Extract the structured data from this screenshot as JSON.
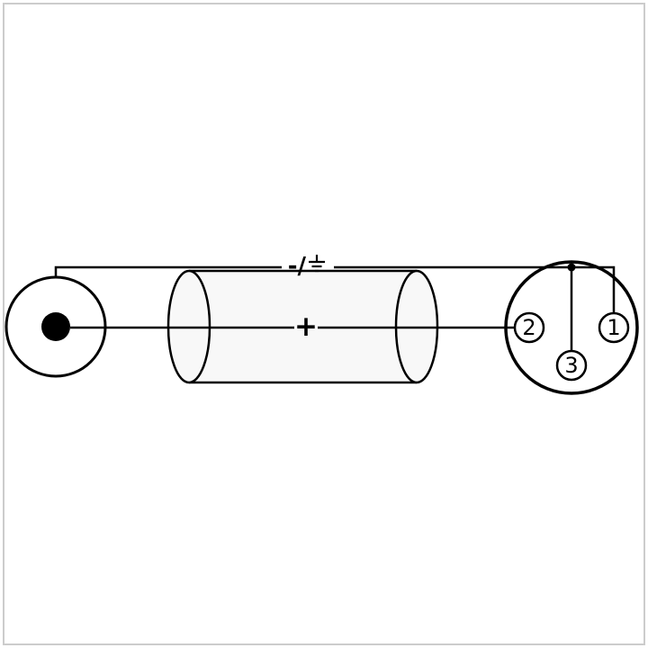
{
  "frame": {
    "border_color": "#cccccc",
    "background": "#ffffff"
  },
  "diagram": {
    "line_color": "#000000",
    "cylinder_fill": "#f8f8f8",
    "connector_fill": "#ffffff",
    "labels": {
      "shield": "-/",
      "hot": "+"
    },
    "xlr_pins": {
      "pin1": "1",
      "pin2": "2",
      "pin3": "3"
    }
  }
}
